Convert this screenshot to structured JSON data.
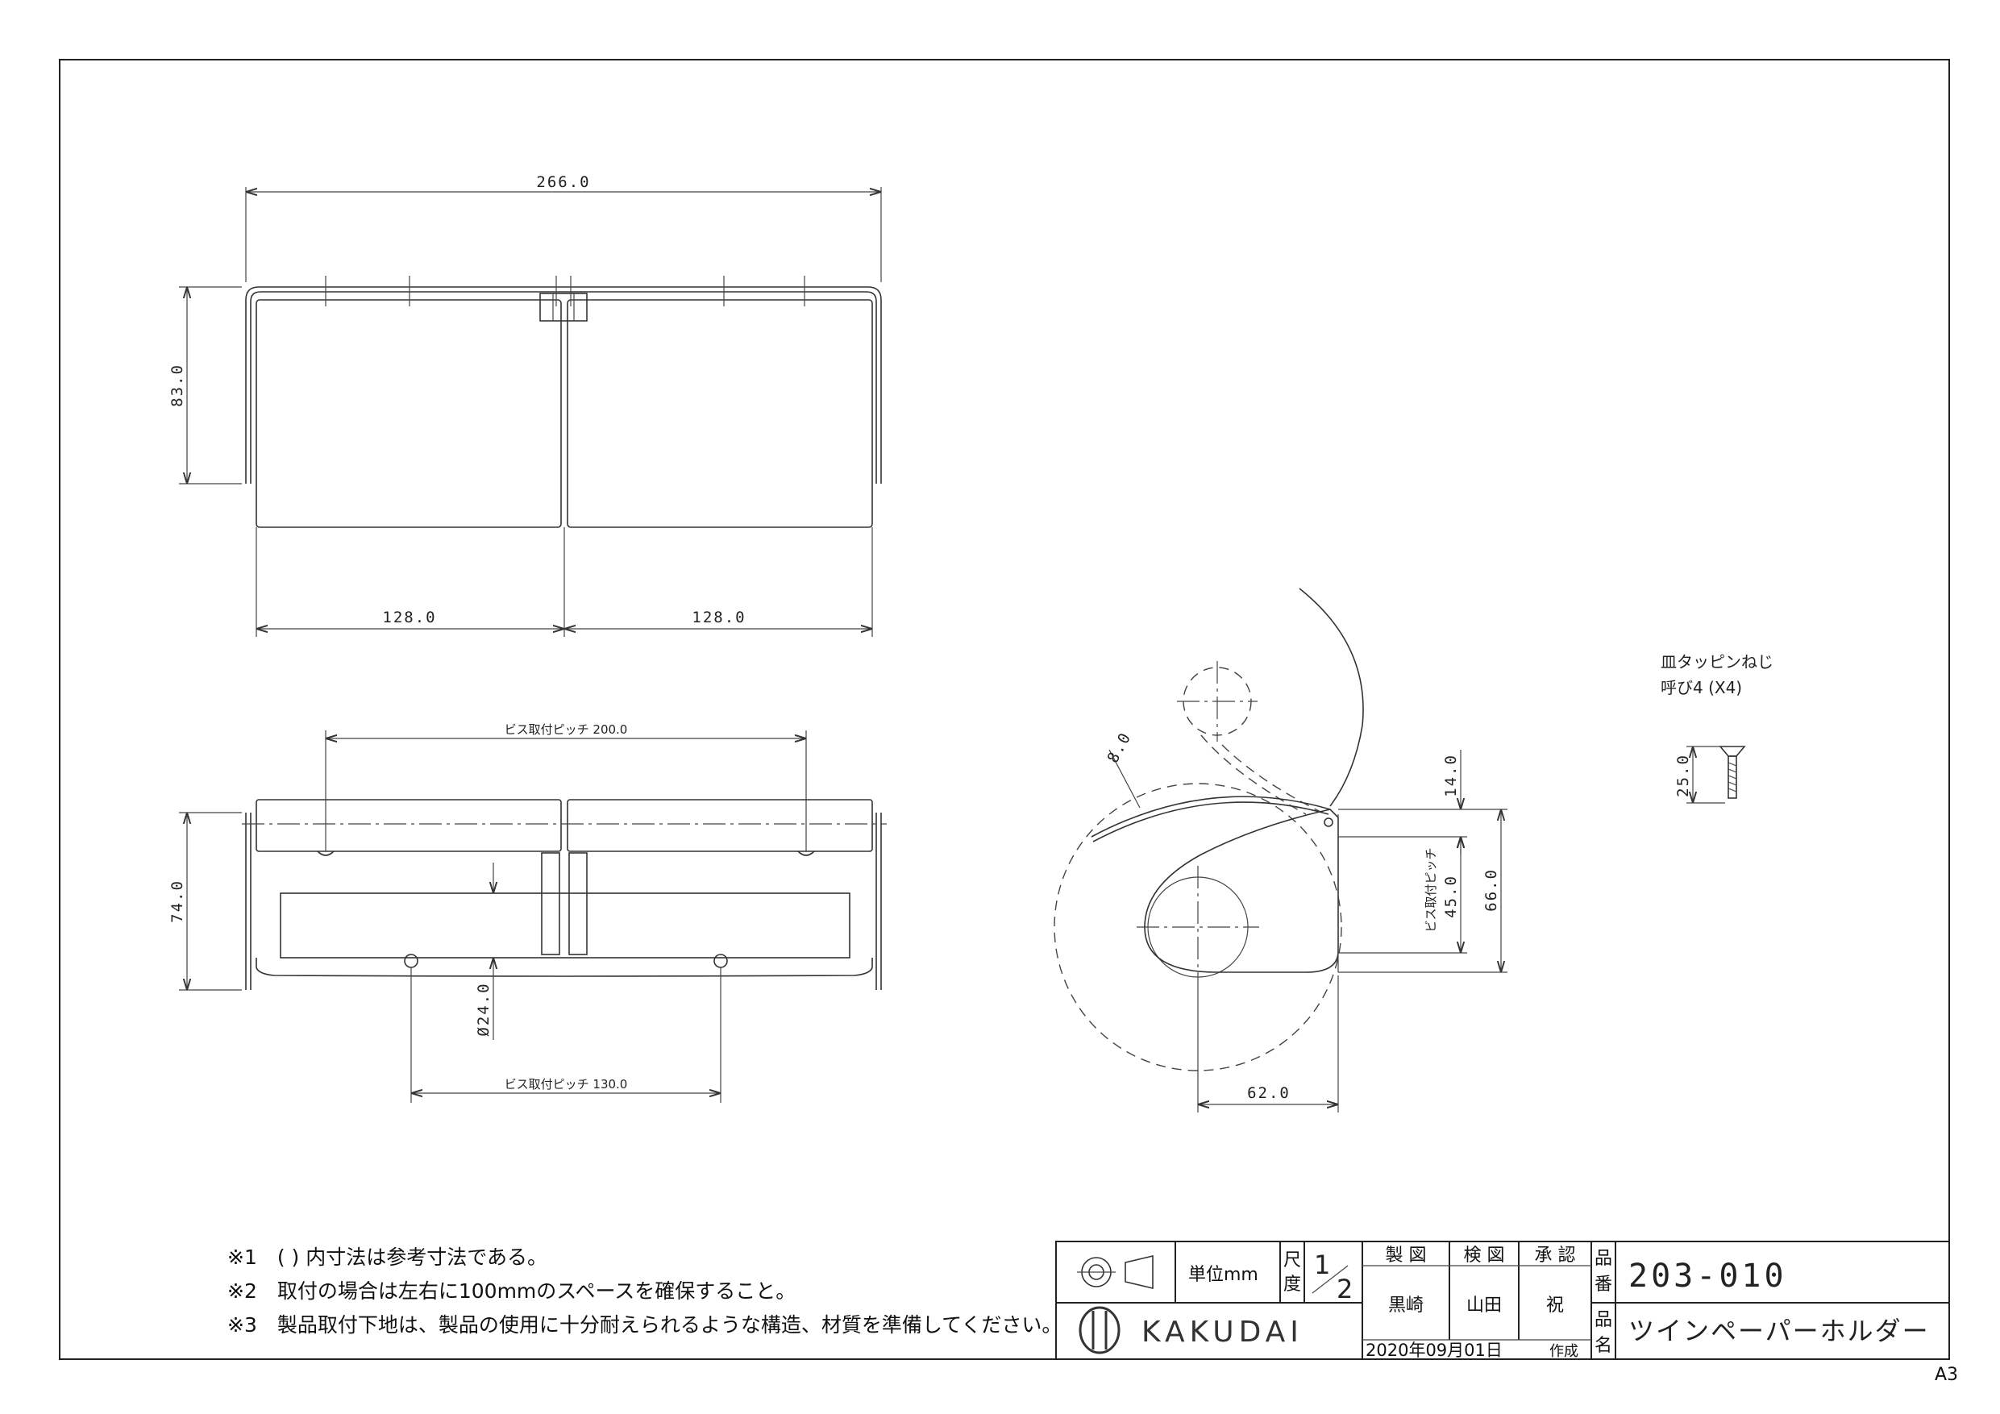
{
  "top_view": {
    "overall_width": "266.0",
    "height": "83.0",
    "left_width": "128.0",
    "right_width": "128.0"
  },
  "front_view": {
    "screw_pitch_upper": "ビス取付ピッチ 200.0",
    "height": "74.0",
    "diameter": "Ø24.0",
    "screw_pitch_lower": "ビス取付ピッチ 130.0"
  },
  "side_view": {
    "thickness": "8.0",
    "offset": "14.0",
    "screw_pitch_label": "ビス取付ピッチ",
    "screw_pitch_value": "45.0",
    "height": "66.0",
    "depth": "62.0"
  },
  "screw": {
    "name": "皿タッピンねじ",
    "spec": "呼び4 (X4)",
    "length": "25.0"
  },
  "notes": [
    "※1　( ) 内寸法は参考寸法である。",
    "※2　取付の場合は左右に100mmのスペースを確保すること。",
    "※3　製品取付下地は、製品の使用に十分耐えられるような構造、材質を準備してください。"
  ],
  "title_block": {
    "unit_label": "単位mm",
    "scale_label_1": "尺",
    "scale_label_2": "度",
    "scale_num": "1",
    "scale_den": "2",
    "drawn_label": "製 図",
    "checked_label": "検 図",
    "approved_label": "承 認",
    "drawn_by": "黒崎",
    "checked_by": "山田",
    "approved_by": "祝",
    "part_no_label_1": "品",
    "part_no_label_2": "番",
    "part_no": "203-010",
    "part_name_label_1": "品",
    "part_name_label_2": "名",
    "part_name": "ツインペーパーホルダー",
    "company": "KAKUDAI",
    "date": "2020年09月01日",
    "created": "作成"
  },
  "paper_size": "A3"
}
